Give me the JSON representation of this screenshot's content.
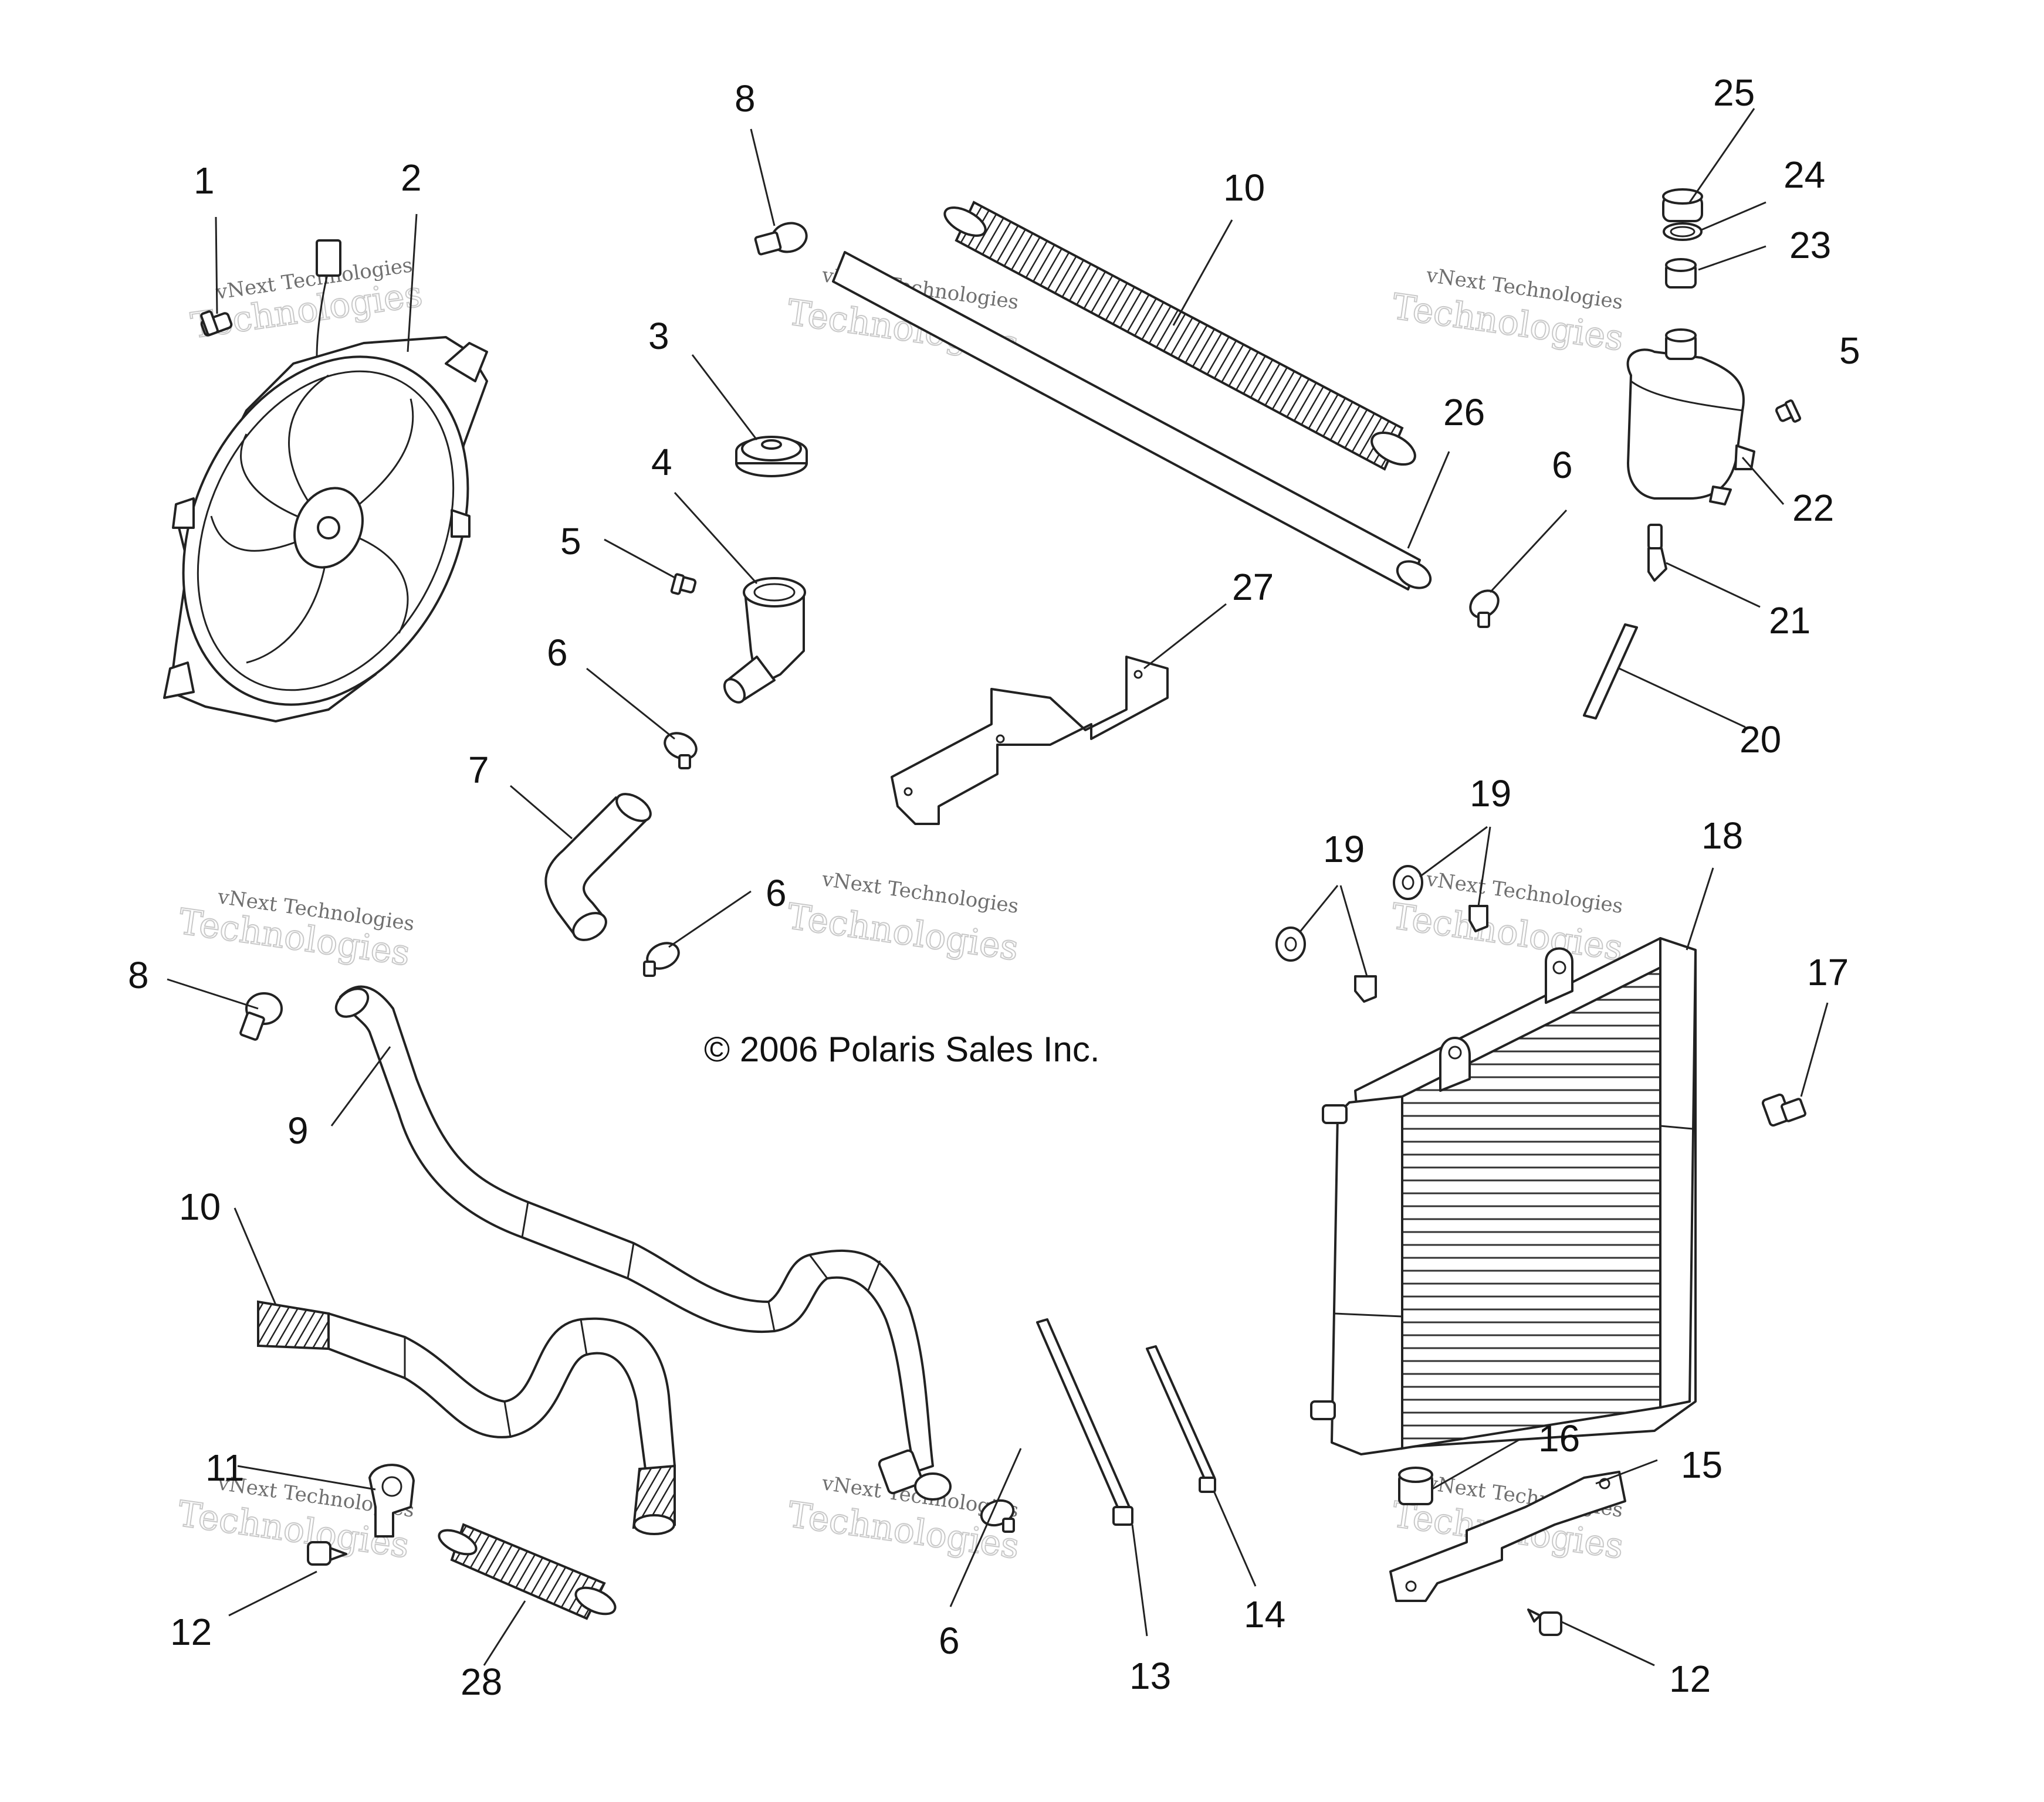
{
  "diagram": {
    "copyright": "© 2006 Polaris Sales Inc.",
    "watermark": {
      "line1": "vNext Technologies",
      "line2": "Technologies"
    },
    "callouts": [
      {
        "id": "c1",
        "text": "1"
      },
      {
        "id": "c2",
        "text": "2"
      },
      {
        "id": "c3",
        "text": "3"
      },
      {
        "id": "c4",
        "text": "4"
      },
      {
        "id": "c5a",
        "text": "5"
      },
      {
        "id": "c5b",
        "text": "5"
      },
      {
        "id": "c6a",
        "text": "6"
      },
      {
        "id": "c6b",
        "text": "6"
      },
      {
        "id": "c6c",
        "text": "6"
      },
      {
        "id": "c6d",
        "text": "6"
      },
      {
        "id": "c7",
        "text": "7"
      },
      {
        "id": "c8a",
        "text": "8"
      },
      {
        "id": "c8b",
        "text": "8"
      },
      {
        "id": "c9",
        "text": "9"
      },
      {
        "id": "c10a",
        "text": "10"
      },
      {
        "id": "c10b",
        "text": "10"
      },
      {
        "id": "c11",
        "text": "11"
      },
      {
        "id": "c12a",
        "text": "12"
      },
      {
        "id": "c12b",
        "text": "12"
      },
      {
        "id": "c13",
        "text": "13"
      },
      {
        "id": "c14",
        "text": "14"
      },
      {
        "id": "c15",
        "text": "15"
      },
      {
        "id": "c16",
        "text": "16"
      },
      {
        "id": "c17",
        "text": "17"
      },
      {
        "id": "c18",
        "text": "18"
      },
      {
        "id": "c19a",
        "text": "19"
      },
      {
        "id": "c19b",
        "text": "19"
      },
      {
        "id": "c20",
        "text": "20"
      },
      {
        "id": "c21",
        "text": "21"
      },
      {
        "id": "c22",
        "text": "22"
      },
      {
        "id": "c23",
        "text": "23"
      },
      {
        "id": "c24",
        "text": "24"
      },
      {
        "id": "c25",
        "text": "25"
      },
      {
        "id": "c26",
        "text": "26"
      },
      {
        "id": "c27",
        "text": "27"
      },
      {
        "id": "c28",
        "text": "28"
      }
    ]
  }
}
